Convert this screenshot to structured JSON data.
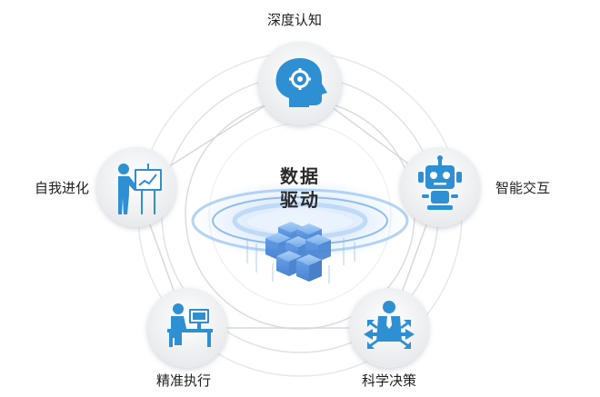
{
  "center": {
    "line1": "数据",
    "line2": "驱动"
  },
  "nodes": [
    {
      "id": "deep-cognition",
      "label": "深度认知",
      "icon": "brain-gear-icon"
    },
    {
      "id": "smart-interaction",
      "label": "智能交互",
      "icon": "robot-icon"
    },
    {
      "id": "scientific-decision",
      "label": "科学决策",
      "icon": "businessman-arrows-icon"
    },
    {
      "id": "precise-execution",
      "label": "精准执行",
      "icon": "person-at-desk-icon"
    },
    {
      "id": "self-evolution",
      "label": "自我进化",
      "icon": "presenter-chart-icon"
    }
  ],
  "colors": {
    "icon_blue": "#2f8fd3",
    "ring": "#e3e6ea",
    "node_bg": "#f1f2f4",
    "cube_blue": "#5a9be6",
    "label_text": "#1f1f1f"
  }
}
